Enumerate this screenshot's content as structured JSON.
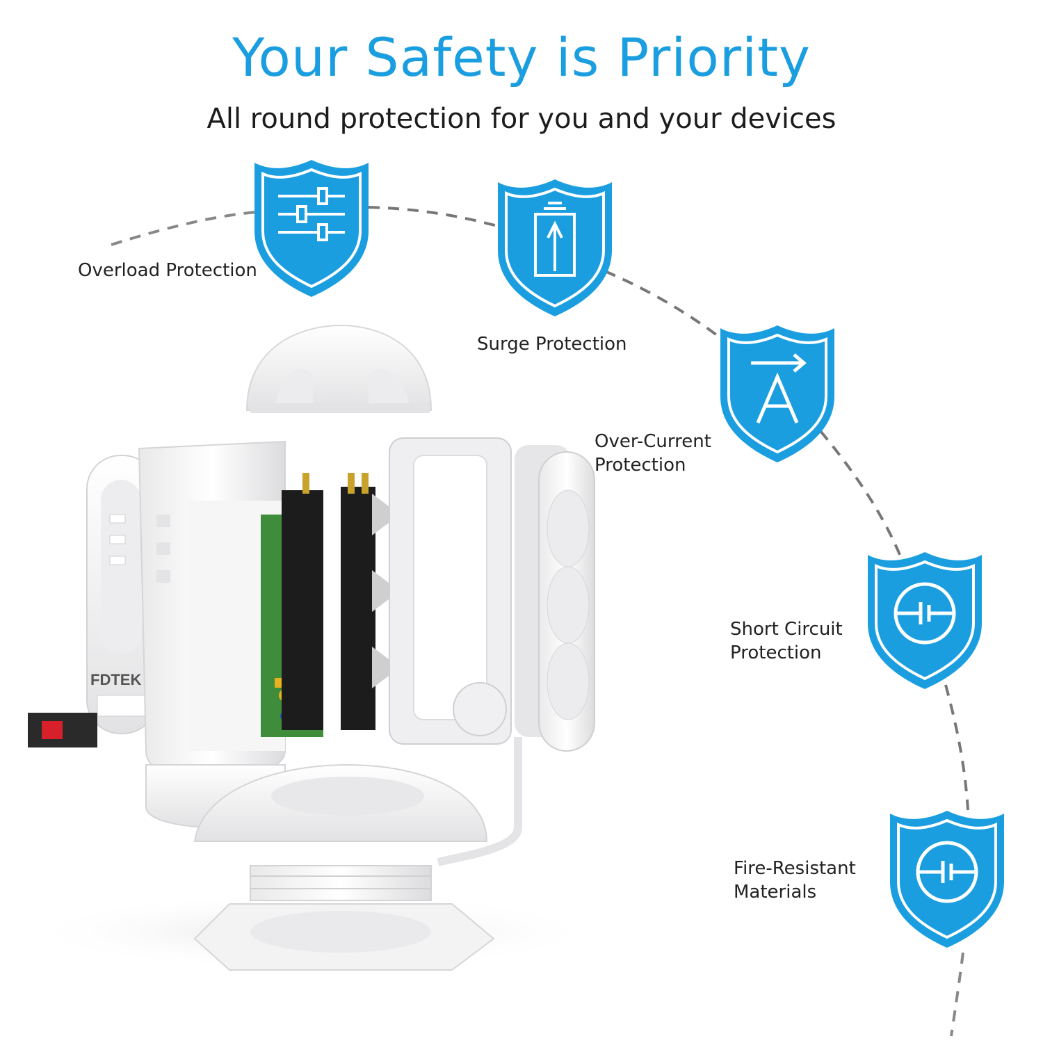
{
  "header": {
    "title": "Your Safety is Priority",
    "subtitle": "All round protection for you and your devices"
  },
  "colors": {
    "accent": "#1a9ee0",
    "shield_fill": "#1a9ee0",
    "shield_stroke": "#ffffff",
    "dash": "#777777",
    "text": "#1c1c1c"
  },
  "features": [
    {
      "icon": "sliders-icon",
      "lines": [
        "Overload Protection"
      ]
    },
    {
      "icon": "battery-up-arrow-icon",
      "lines": [
        "Surge Protection"
      ]
    },
    {
      "icon": "ampere-arrow-icon",
      "lines": [
        "Over-Current",
        "Protection"
      ]
    },
    {
      "icon": "circuit-break-icon",
      "lines": [
        "Short Circuit",
        "Protection"
      ]
    },
    {
      "icon": "circuit-break-icon",
      "lines": [
        "Fire-Resistant",
        "Materials"
      ]
    }
  ],
  "product": {
    "brand_text": "FDTEK"
  }
}
